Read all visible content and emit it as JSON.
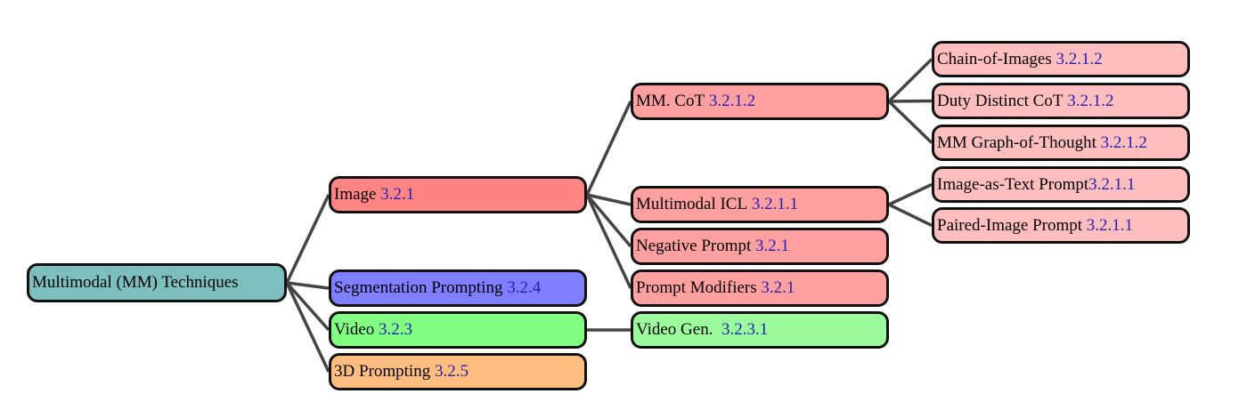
{
  "diagram": {
    "colors": {
      "root": "#7dbfbf",
      "image": "#ff8585",
      "image_child": "#ffa0a0",
      "image_grandchild": "#ffbebe",
      "segmentation": "#7f7fff",
      "video": "#80ff80",
      "video_child": "#9bfa9b",
      "threed": "#ffbe80",
      "ref_text": "#1f1fb4",
      "border": "#111111",
      "edge": "#444444"
    },
    "nodes": {
      "root": {
        "label": "Multimodal (MM) Techniques",
        "ref": ""
      },
      "image": {
        "label": "Image",
        "ref": "3.2.1"
      },
      "segmentation": {
        "label": "Segmentation Prompting",
        "ref": "3.2.4"
      },
      "video": {
        "label": "Video",
        "ref": "3.2.3"
      },
      "threed": {
        "label": "3D Prompting",
        "ref": "3.2.5"
      },
      "mm_cot": {
        "label": "MM. CoT",
        "ref": "3.2.1.2"
      },
      "multimodal_icl": {
        "label": "Multimodal ICL",
        "ref": "3.2.1.1"
      },
      "negative_prompt": {
        "label": "Negative Prompt",
        "ref": "3.2.1"
      },
      "prompt_modifiers": {
        "label": "Prompt Modifiers",
        "ref": "3.2.1"
      },
      "video_gen": {
        "label": "Video Gen.",
        "ref": "3.2.3.1"
      },
      "chain_of_images": {
        "label": "Chain-of-Images",
        "ref": "3.2.1.2"
      },
      "duty_distinct_cot": {
        "label": "Duty Distinct CoT",
        "ref": "3.2.1.2"
      },
      "mm_graph_of_thought": {
        "label": "MM Graph-of-Thought",
        "ref": "3.2.1.2"
      },
      "image_as_text_prompt": {
        "label": "Image-as-Text Prompt",
        "ref": "3.2.1.1"
      },
      "paired_image_prompt": {
        "label": "Paired-Image Prompt",
        "ref": "3.2.1.1"
      }
    },
    "edges": [
      [
        "root",
        "image"
      ],
      [
        "root",
        "segmentation"
      ],
      [
        "root",
        "video"
      ],
      [
        "root",
        "threed"
      ],
      [
        "image",
        "mm_cot"
      ],
      [
        "image",
        "multimodal_icl"
      ],
      [
        "image",
        "negative_prompt"
      ],
      [
        "image",
        "prompt_modifiers"
      ],
      [
        "video",
        "video_gen"
      ],
      [
        "mm_cot",
        "chain_of_images"
      ],
      [
        "mm_cot",
        "duty_distinct_cot"
      ],
      [
        "mm_cot",
        "mm_graph_of_thought"
      ],
      [
        "multimodal_icl",
        "image_as_text_prompt"
      ],
      [
        "multimodal_icl",
        "paired_image_prompt"
      ]
    ]
  }
}
